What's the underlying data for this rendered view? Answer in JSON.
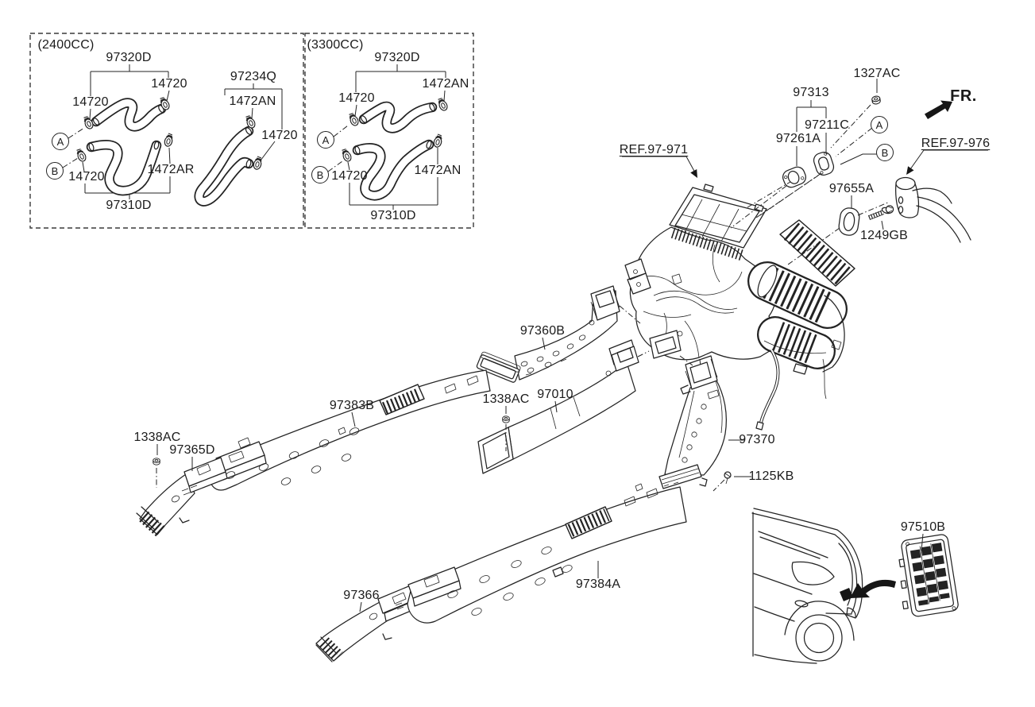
{
  "window": {
    "background": "#ffffff",
    "ink": "#232323"
  },
  "direction_indicator": {
    "label": "FR."
  },
  "callout_markers": {
    "a": "A",
    "b": "B"
  },
  "insets": {
    "engine_2400": {
      "title": "(2400CC)",
      "hose_upper": "97320D",
      "hose_lower": "97310D",
      "hose_aux": "97234Q",
      "clamp": "14720",
      "clamp_an": "1472AN",
      "clamp_ar": "1472AR"
    },
    "engine_3300": {
      "title": "(3300CC)",
      "hose_upper": "97320D",
      "hose_lower": "97310D",
      "clamp": "14720",
      "clamp_an": "1472AN"
    }
  },
  "parts": {
    "nut_1327ac": "1327AC",
    "assy_97313": "97313",
    "gasket_97211c": "97211C",
    "gasket_97261a": "97261A",
    "ref_heater_unit": "REF.97-971",
    "ref_976": "REF.97-976",
    "grommet_97655a": "97655A",
    "bolt_1249gb": "1249GB",
    "duct_97360b": "97360B",
    "screw_1338ac": "1338AC",
    "duct_97010": "97010",
    "duct_97383b": "97383B",
    "duct_97370": "97370",
    "screw_1125kb": "1125KB",
    "duct_97365d": "97365D",
    "duct_97366": "97366",
    "duct_97384a": "97384A",
    "vent_97510b": "97510B"
  }
}
